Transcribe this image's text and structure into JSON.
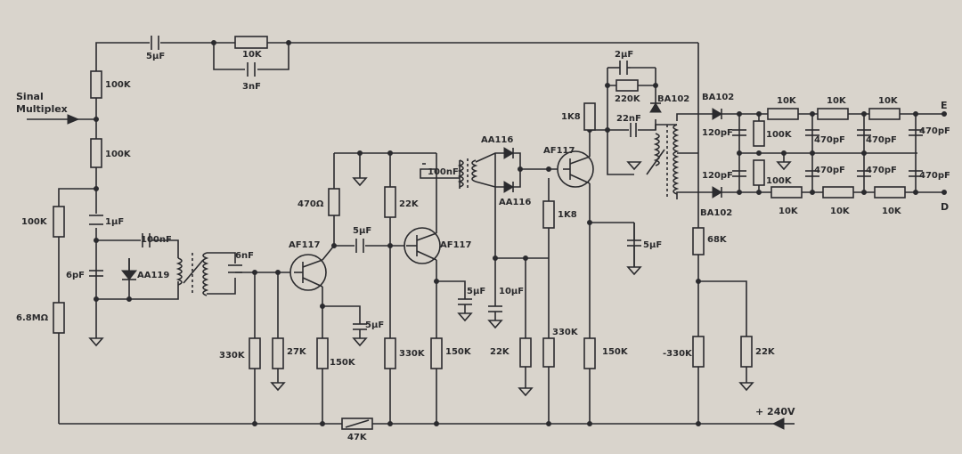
{
  "input": {
    "line1": "Sinal",
    "line2": "Multiplex"
  },
  "supply": "+ 240V",
  "outputs": {
    "top": "E",
    "bottom": "D"
  },
  "labels": {
    "c_5uF_top": "5µF",
    "r_10K_top": "10K",
    "c_3nF": "3nF",
    "r_100K_a": "100K",
    "r_100K_b": "100K",
    "r_100K_left": "100K",
    "c_1uF": "1µF",
    "c_100nF_a": "100nF",
    "c_6pF": "6pF",
    "d_AA119": "AA119",
    "c_6nF": "6nF",
    "r_6M8": "6.8MΩ",
    "r_330K_1": "330K",
    "r_27K": "27K",
    "q1": "AF117",
    "r_470": "470Ω",
    "c_5uF_1": "5µF",
    "r_150K_1": "150K",
    "c_5uF_q1": "5µF",
    "r_22K_a": "22K",
    "r_330K_2": "330K",
    "q2": "AF117",
    "c_100nF_b": "100nF",
    "r_150K_2": "150K",
    "c_5uF_2": "5µF",
    "d_AA116_a": "AA116",
    "d_AA116_b": "AA116",
    "c_10uF": "10µF",
    "r_22K_b": "22K",
    "r_330K_3": "330K",
    "r_1K8_a": "1K8",
    "q3": "AF117",
    "r_1K8_b": "1K8",
    "c_5uF_3": "5µF",
    "r_150K_3": "150K",
    "c_2uF": "2µF",
    "r_220K": "220K",
    "c_22nF": "22nF",
    "d_BA102_a": "BA102",
    "d_BA102_b": "BA102",
    "d_BA102_c": "BA102",
    "c_120pF_a": "120pF",
    "c_120pF_b": "120pF",
    "r_100K_c": "100K",
    "r_100K_d": "100K",
    "r_10K_1": "10K",
    "r_10K_2": "10K",
    "r_10K_3": "10K",
    "r_10K_4": "10K",
    "r_10K_5": "10K",
    "r_10K_6": "10K",
    "c_470pF_1": "470pF",
    "c_470pF_2": "470pF",
    "c_470pF_3": "470pF",
    "c_470pF_4": "470pF",
    "c_470pF_5": "470pF",
    "c_470pF_6": "470pF",
    "r_68K": "68K",
    "r_330K_4": "-330K",
    "r_22K_c": "22K",
    "r_47K": "47K"
  }
}
